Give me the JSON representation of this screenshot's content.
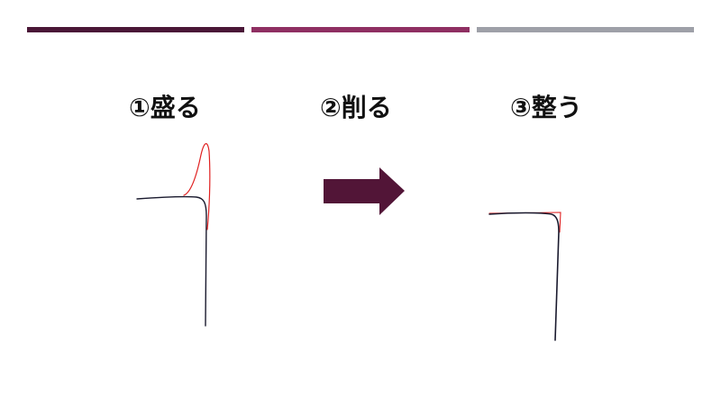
{
  "colors": {
    "bar1": "#4a1737",
    "bar2": "#8f2f62",
    "bar3": "#9ea0a8",
    "arrow": "#521537",
    "stroke_black": "#1a1a2e",
    "stroke_red": "#e02020"
  },
  "steps": [
    {
      "label": "①盛る"
    },
    {
      "label": "②削る"
    },
    {
      "label": "③整う"
    }
  ],
  "icons": {
    "arrow": "right-arrow-icon"
  }
}
